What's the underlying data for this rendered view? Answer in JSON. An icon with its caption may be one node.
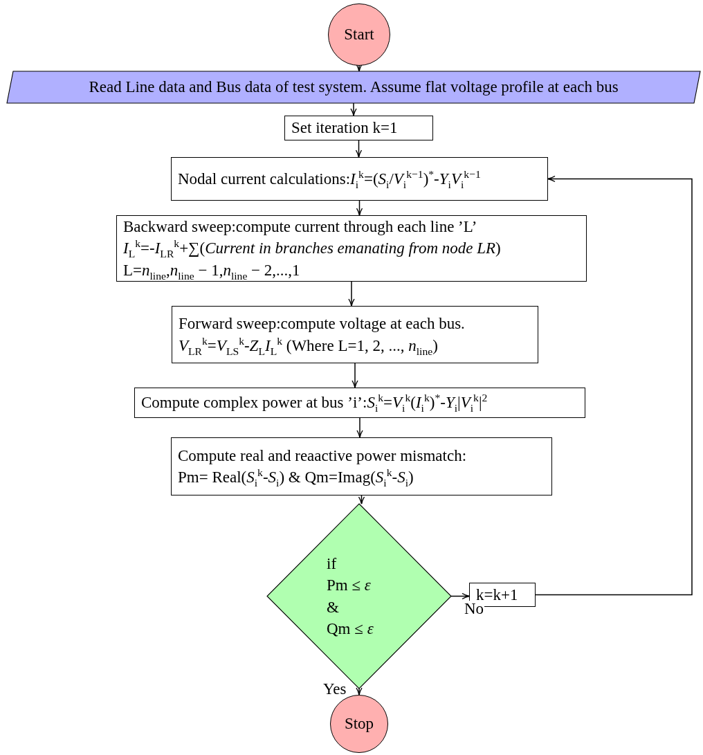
{
  "diagram": {
    "nodes": [
      {
        "text": [
          "Start"
        ]
      },
      {
        "text": [
          "Read Line data and Bus data of test system. Assume flat voltage profile at each bus"
        ]
      },
      {
        "text": [
          "Set iteration k=1"
        ]
      },
      {
        "text": [
          "Nodal current calculations:*I*$_{i}$$^{k}$=(*S*$_{i}$/*V*$_{i}$$^{k−1}$)$^{*}$-*Y*$_{i}$*V*$_{i}$$^{k−1}$"
        ]
      },
      {
        "text": [
          "Backward sweep:compute current through each line ’L’",
          "*I*$_{L}$$^{k}$=-*I*$_{LR}$$^{k}$+∑(*Current in branches emanating from node LR*)",
          "L=*n*$_{line}$,*n*$_{line}$ − 1,*n*$_{line}$ − 2,...,1"
        ]
      },
      {
        "text": [
          "Forward sweep:compute voltage at each bus.",
          "*V*$_{LR}$$^{k}$=*V*$_{LS}$$^{k}$-*Z*$_{L}$*I*$_{L}$$^{k}$ (Where L=1, 2, ..., *n*$_{line}$)"
        ]
      },
      {
        "text": [
          "Compute complex power at bus ’i’:*S*$_{i}$$^{k}$=*V*$_{i}$$^{k}$(*I*$_{i}$$^{k}$)$^{*}$-*Y*$_{i}$|*V*$_{i}$$^{k}$|$^{2}$"
        ]
      },
      {
        "text": [
          "Compute real and reaactive power mismatch:",
          "Pm= Real(*S*$_{i}$$^{k}$-*S*$_{i}$) & Qm=Imag(*S*$_{i}$$^{k}$-*S*$_{i}$)"
        ]
      },
      {
        "text": [
          "if",
          "Pm ≤ *ε*",
          "&",
          "Qm ≤ *ε*"
        ]
      },
      {
        "text": [
          "k=k+1"
        ]
      },
      {
        "text": [
          "Stop"
        ]
      }
    ],
    "edges": [
      {
        "from": 0,
        "to": 1,
        "arrow": "to"
      },
      {
        "from": 1,
        "to": 2,
        "arrow": "to"
      },
      {
        "from": 2,
        "to": 3,
        "arrow": "to"
      },
      {
        "from": 3,
        "to": 4,
        "arrow": "to"
      },
      {
        "from": 4,
        "to": 5,
        "arrow": "to"
      },
      {
        "from": 5,
        "to": 6,
        "arrow": "to"
      },
      {
        "from": 6,
        "to": 7,
        "arrow": "to"
      },
      {
        "from": 7,
        "to": 8,
        "arrow": "to"
      },
      {
        "from": 8,
        "to": 9,
        "arrow": "to",
        "label": "No"
      },
      {
        "from": 9,
        "to": 3,
        "arrow": "to"
      },
      {
        "from": 8,
        "to": 10,
        "arrow": "to",
        "label": "Yes"
      }
    ]
  }
}
